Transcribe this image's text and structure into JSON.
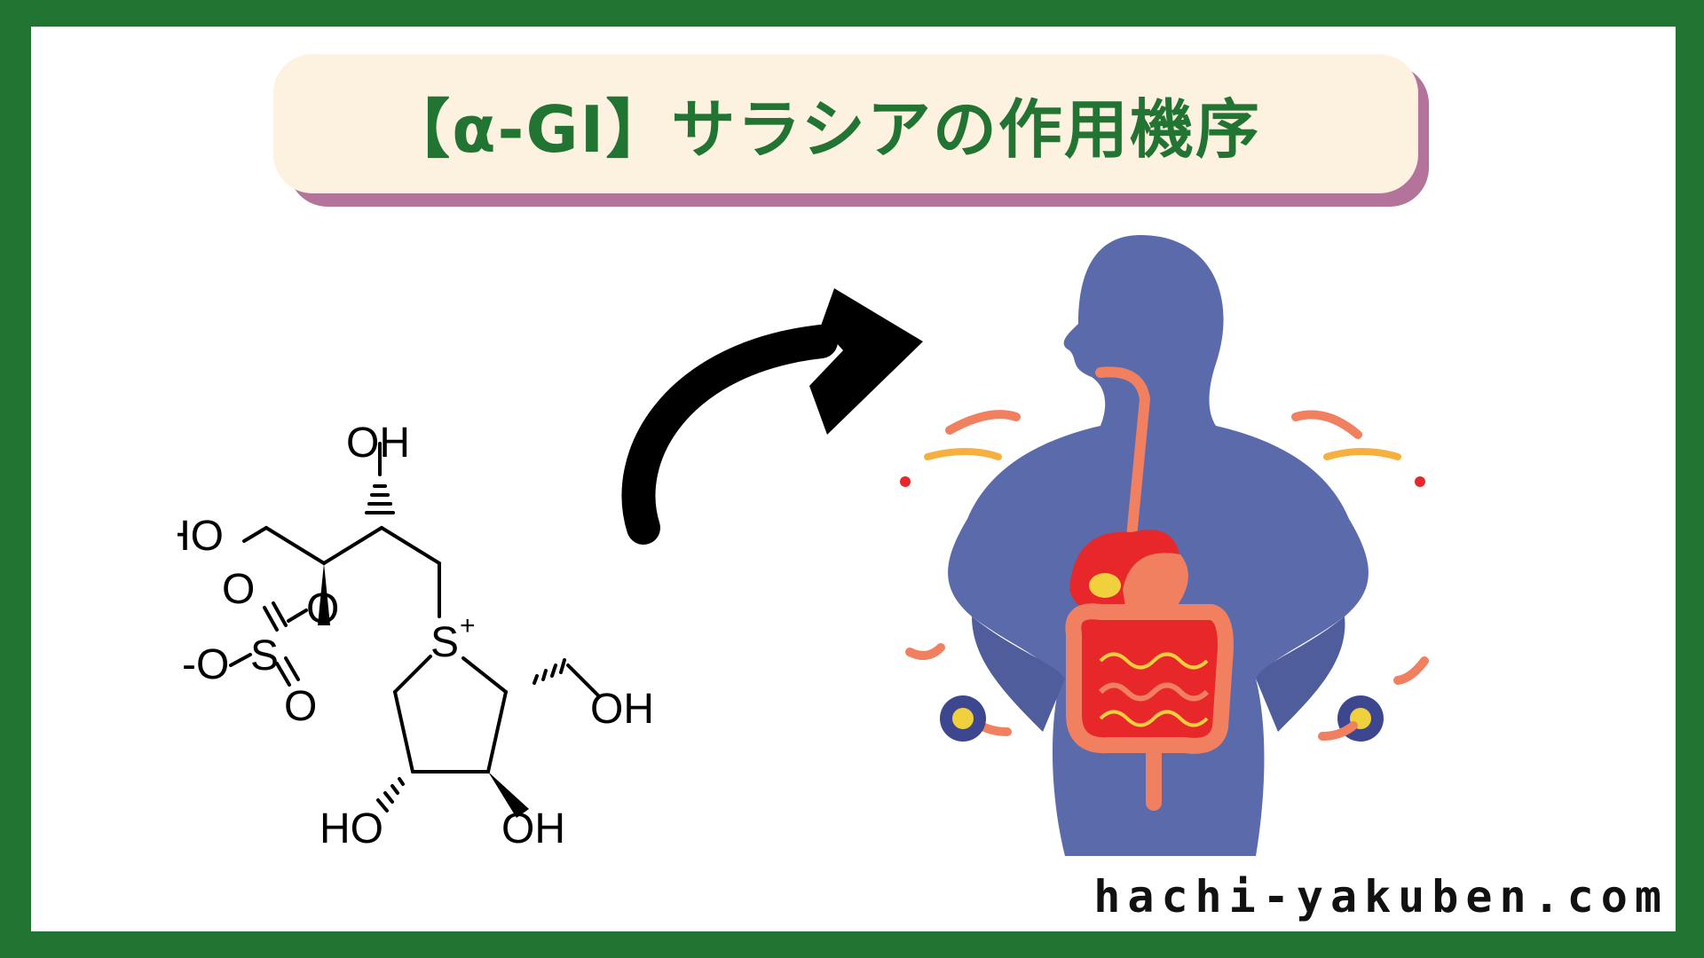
{
  "title": "【α-GI】サラシアの作用機序",
  "watermark": "hachi-yakuben.com",
  "molecule": {
    "oh_top": "OH",
    "ho_left": "HO",
    "o_sulfate_1": "O",
    "o_sulfate_2": "O",
    "o_sulfate_3": "O",
    "o_minus": "-O",
    "s_sulfate": "S",
    "s_ring": "S",
    "s_charge": "+",
    "oh_right": "OH",
    "ho_bottom": "HO",
    "oh_bottom": "OH"
  },
  "colors": {
    "frame": "#227432",
    "banner_bg": "#fdf1e0",
    "banner_shadow": "#b3739b",
    "title_text": "#227432",
    "body_silhouette": "#5b6aab",
    "organ_red": "#e8272b",
    "organ_orange": "#f08060",
    "arrow": "#000000"
  },
  "icons": [
    "curved-arrow-icon",
    "human-digestive-system-illustration",
    "flower-decoration-icon"
  ]
}
